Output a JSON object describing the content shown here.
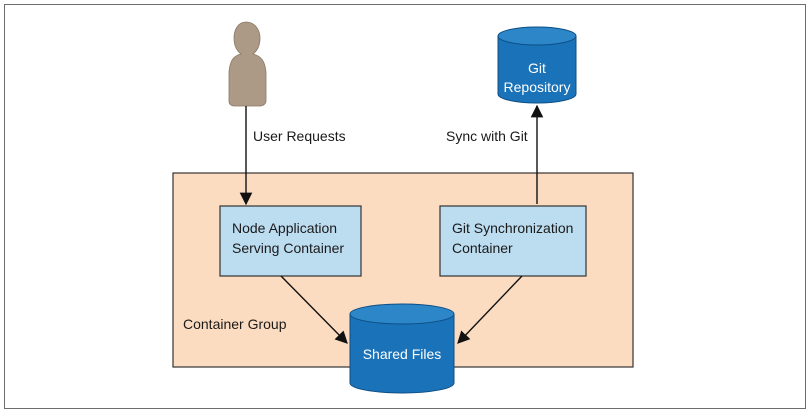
{
  "diagram": {
    "user_requests_label": "User Requests",
    "sync_label": "Sync with Git",
    "group_label": "Container Group",
    "node_box": {
      "line1": "Node Application",
      "line2": "Serving Container"
    },
    "git_box": {
      "line1": "Git Synchronization",
      "line2": "Container"
    },
    "git_repo": {
      "line1": "Git",
      "line2": "Repository"
    },
    "shared_files": "Shared Files",
    "icons": {
      "user": "user-icon",
      "repo": "database-icon",
      "shared": "database-icon"
    },
    "colors": {
      "group_fill": "#fcdcc0",
      "container_fill": "#bcdcf0",
      "cylinder_fill": "#1a72b8",
      "person_fill": "#ac9a86"
    }
  }
}
